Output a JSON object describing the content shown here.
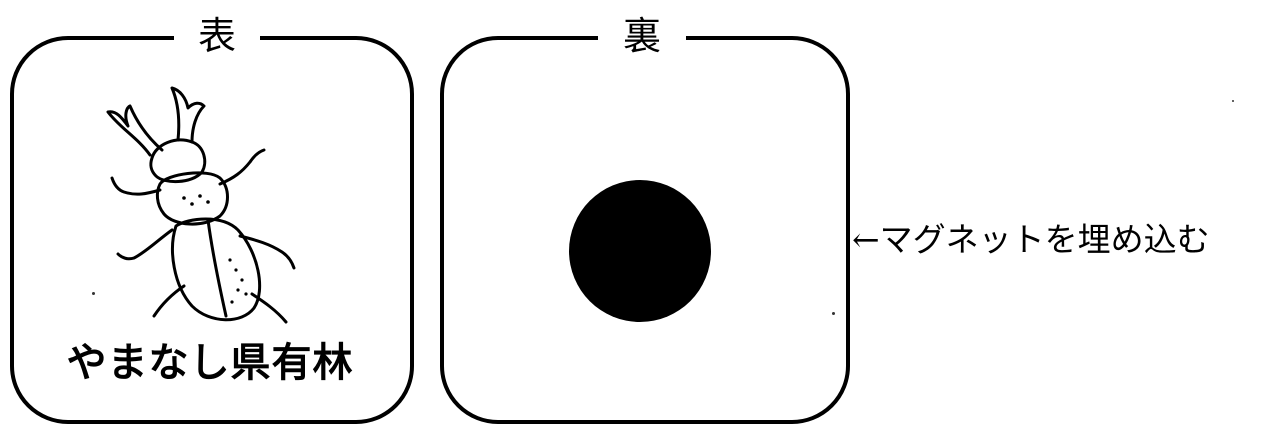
{
  "front": {
    "title": "表",
    "caption": "やまなし県有林",
    "illustration_icon": "stag-beetle-icon"
  },
  "back": {
    "title": "裏",
    "marker_icon": "magnet-dot-icon"
  },
  "annotation": {
    "text": "←マグネットを埋め込む"
  },
  "colors": {
    "line": "#000000",
    "background": "#ffffff"
  }
}
